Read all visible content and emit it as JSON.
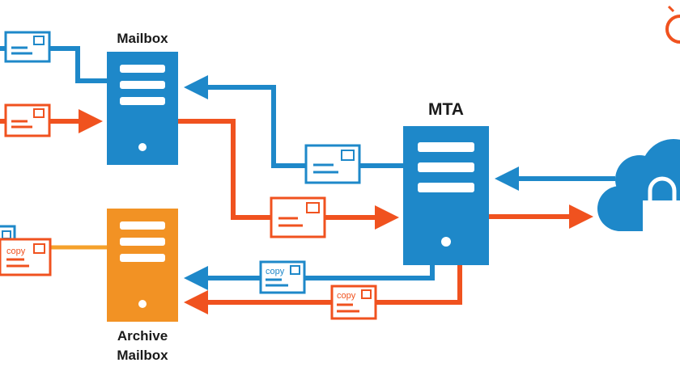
{
  "labels": {
    "mailbox": "Mailbox",
    "mta": "MTA",
    "archive_line1": "Archive",
    "archive_line2": "Mailbox"
  },
  "envelope_tag": "copy",
  "colors": {
    "blue": "#1e88c9",
    "orange": "#f0521f",
    "archive_orange": "#f29224",
    "orange_line": "#f5a12b"
  },
  "icons": {
    "mailbox_server": "server-icon",
    "mta_server": "server-icon",
    "archive_server": "server-icon",
    "cloud": "cloud-icon",
    "lock": "lock-icon",
    "logo": "logo-icon"
  }
}
